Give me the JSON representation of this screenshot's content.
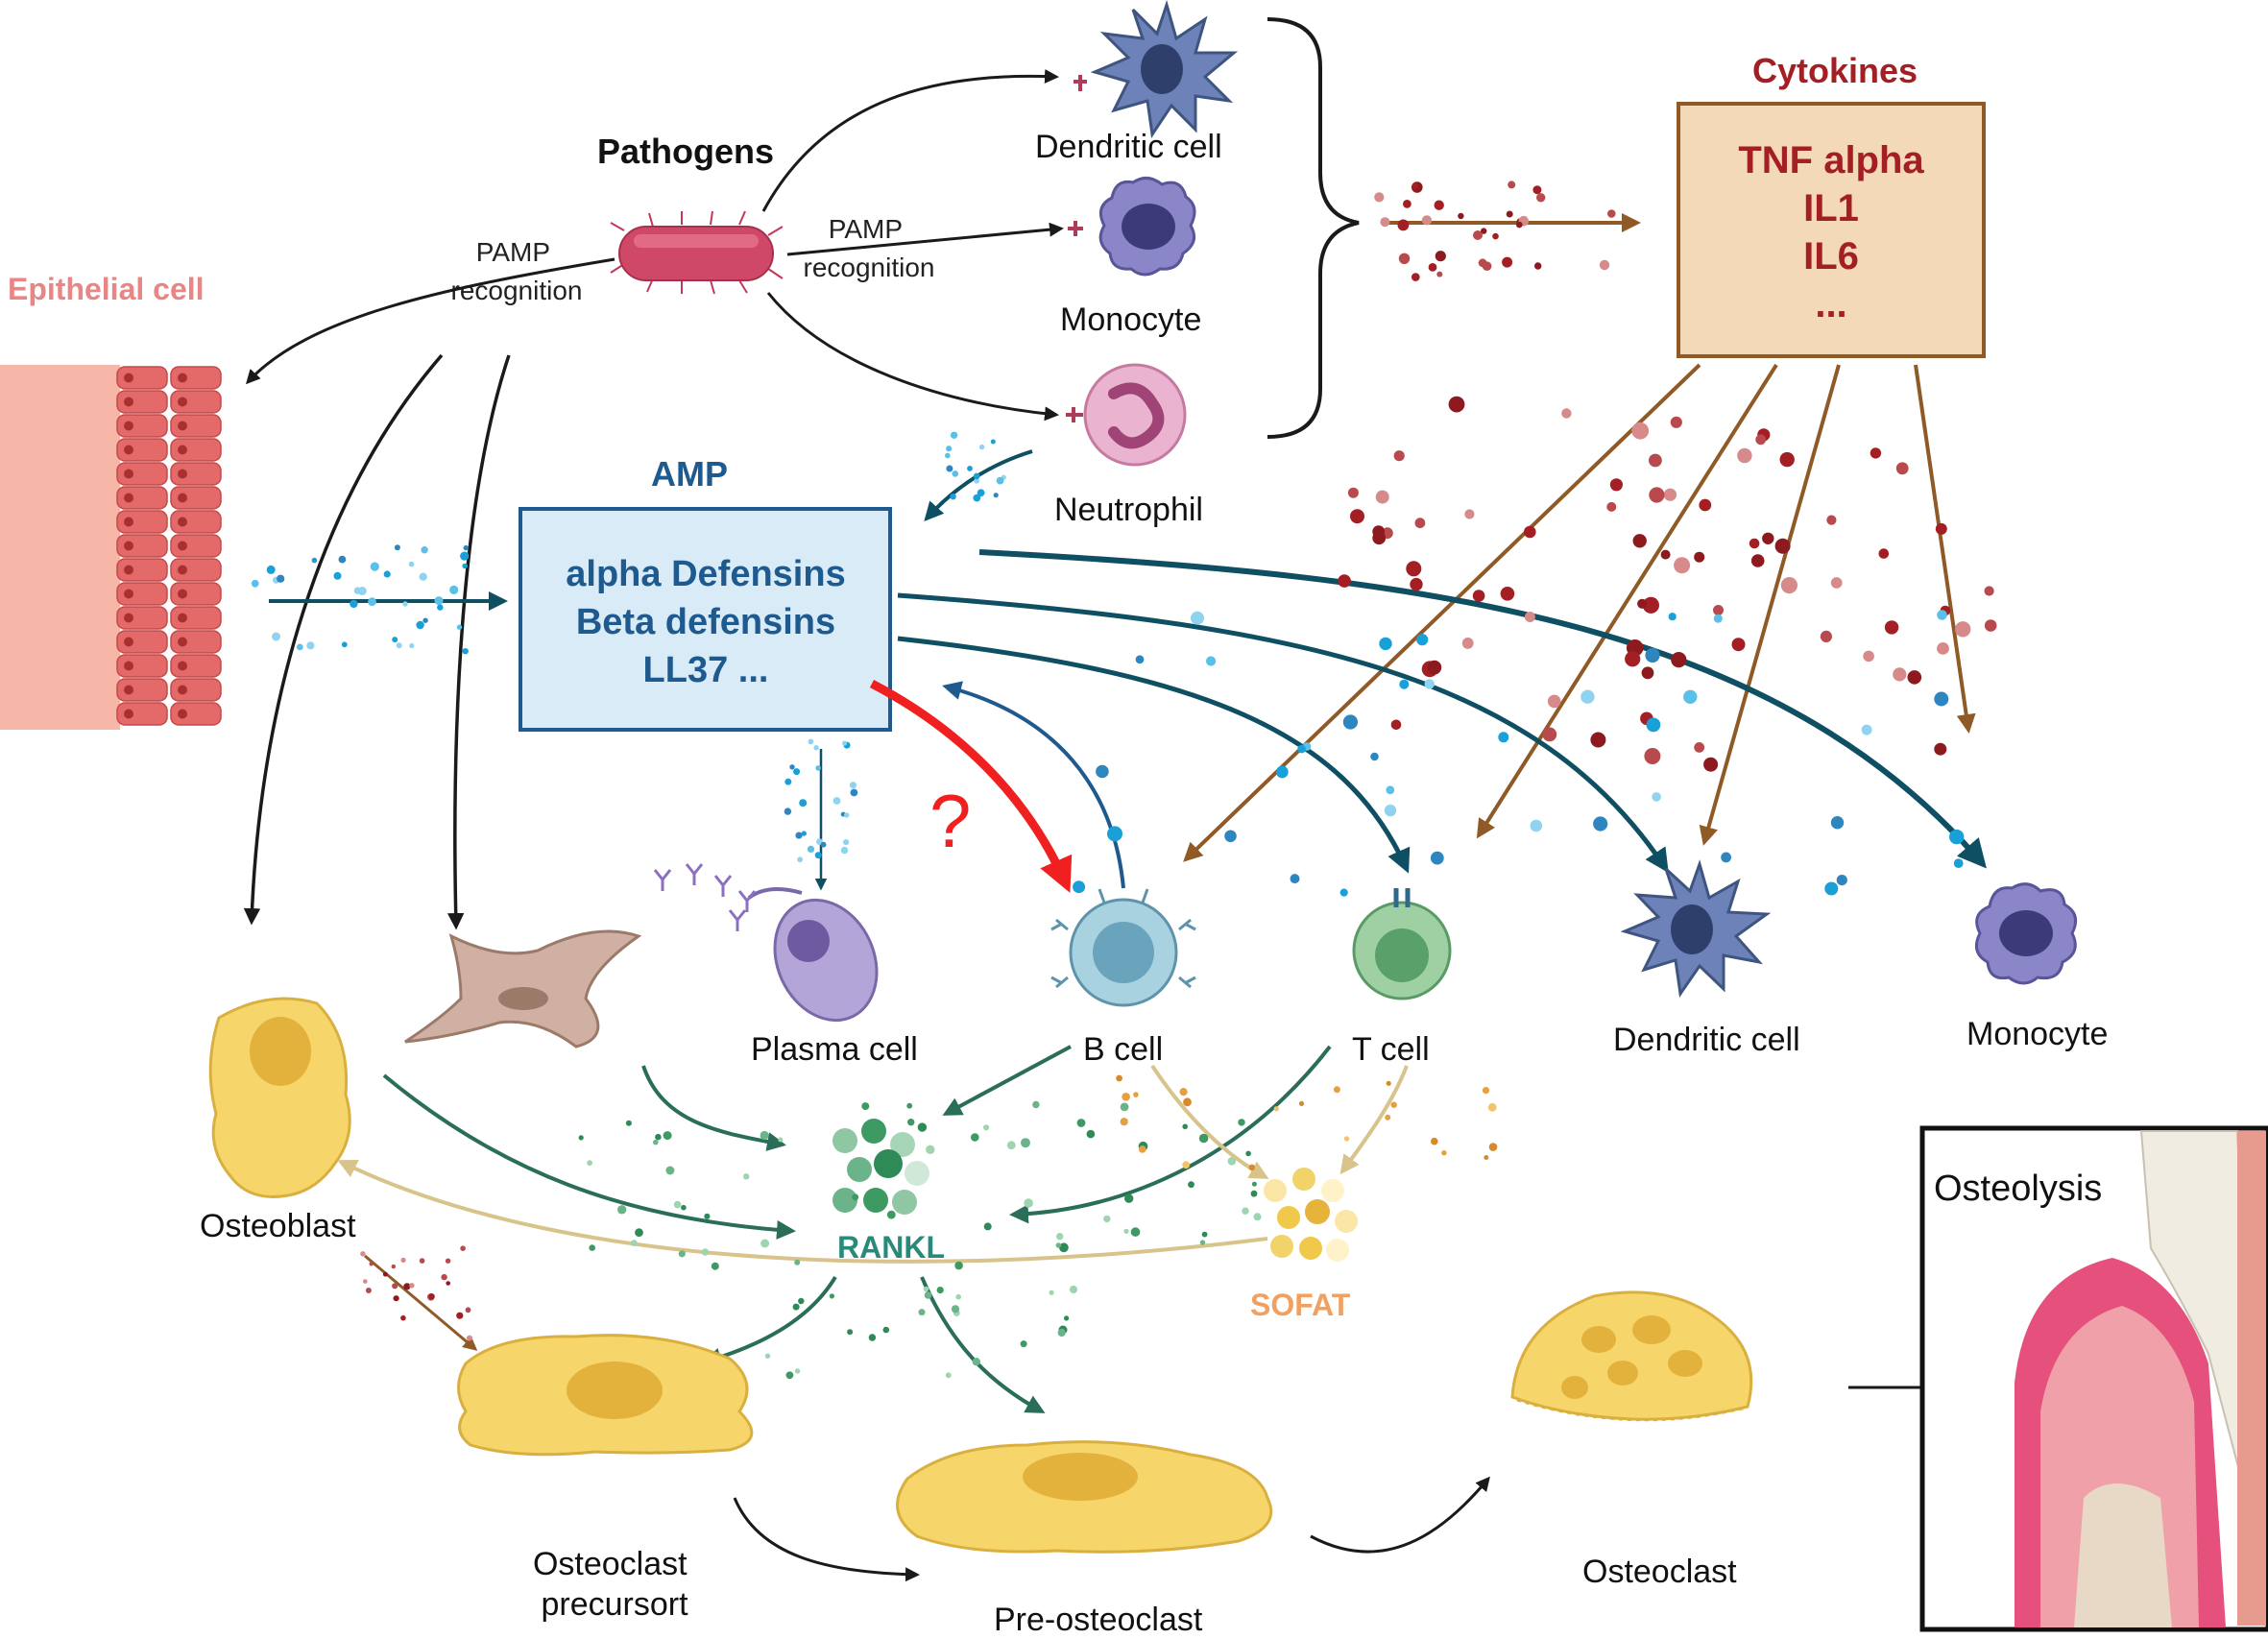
{
  "colors": {
    "cytokine_red": "#a31f24",
    "cytokine_arrow": "#8f5a25",
    "amp_blue": "#1f5a8f",
    "amp_arrow": "#0f4f63",
    "rankl_teal": "#2a8a7a",
    "sofat_orange": "#f0a060",
    "epithelial_label": "#e98585",
    "question_red": "#f02020"
  },
  "labels": {
    "pathogens": "Pathogens",
    "pamp_left_1": "PAMP",
    "pamp_left_2": "recognition",
    "pamp_mid_1": "PAMP",
    "pamp_mid_2": "recognition",
    "epithelial_cell": "Epithelial cell",
    "dendritic_top": "Dendritic cell",
    "monocyte_top": "Monocyte",
    "neutrophil": "Neutrophil",
    "cytokines_title": "Cytokines",
    "amp_title": "AMP",
    "question": "?",
    "plasma_cell": "Plasma cell",
    "b_cell": "B cell",
    "t_cell": "T cell",
    "dendritic_right": "Dendritic cell",
    "monocyte_right": "Monocyte",
    "osteoblast": "Osteoblast",
    "rankl": "RANKL",
    "sofat": "SOFAT",
    "osteoclast_precursor_1": "Osteoclast",
    "osteoclast_precursor_2": "precursort",
    "pre_osteoclast": "Pre-osteoclast",
    "osteoclast": "Osteoclast",
    "osteolysis": "Osteolysis"
  },
  "cytokines": [
    "TNF alpha",
    "IL1",
    "IL6",
    "..."
  ],
  "amp": [
    "alpha Defensins",
    "Beta defensins",
    "LL37 ..."
  ]
}
